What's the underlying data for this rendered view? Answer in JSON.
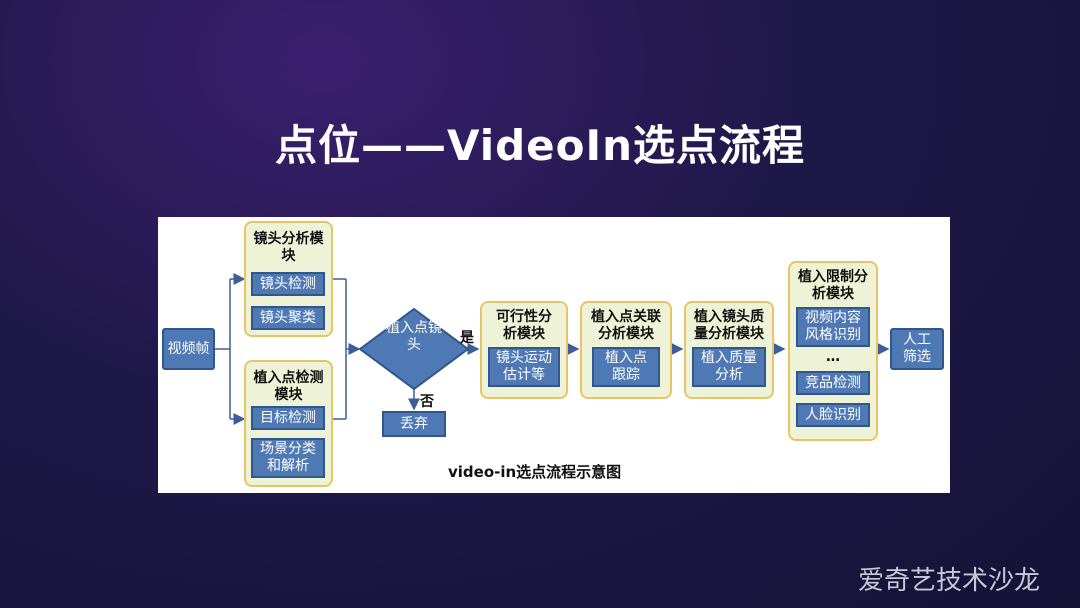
{
  "title": "点位——VideoIn选点流程",
  "diagram": {
    "start": "视频帧",
    "shot_module": {
      "title": "镜头分析模块",
      "items": [
        "镜头检测",
        "镜头聚类"
      ]
    },
    "point_module": {
      "title": "植入点检测模块",
      "items": [
        "目标检测",
        "场景分类和解析"
      ]
    },
    "decision": "植入点镜头",
    "yes_label": "是",
    "no_label": "否",
    "discard": "丢弃",
    "feasibility": {
      "title": "可行性分析模块",
      "item": "镜头运动估计等"
    },
    "association": {
      "title": "植入点关联分析模块",
      "item": "植入点跟踪"
    },
    "quality": {
      "title": "植入镜头质量分析模块",
      "item": "植入质量分析"
    },
    "restriction": {
      "title": "植入限制分析模块",
      "items": [
        "视频内容风格识别",
        "…",
        "竞品检测",
        "人脸识别"
      ]
    },
    "end": "人工筛选",
    "caption": "video-in选点流程示意图"
  },
  "watermark": "爱奇艺技术沙龙"
}
